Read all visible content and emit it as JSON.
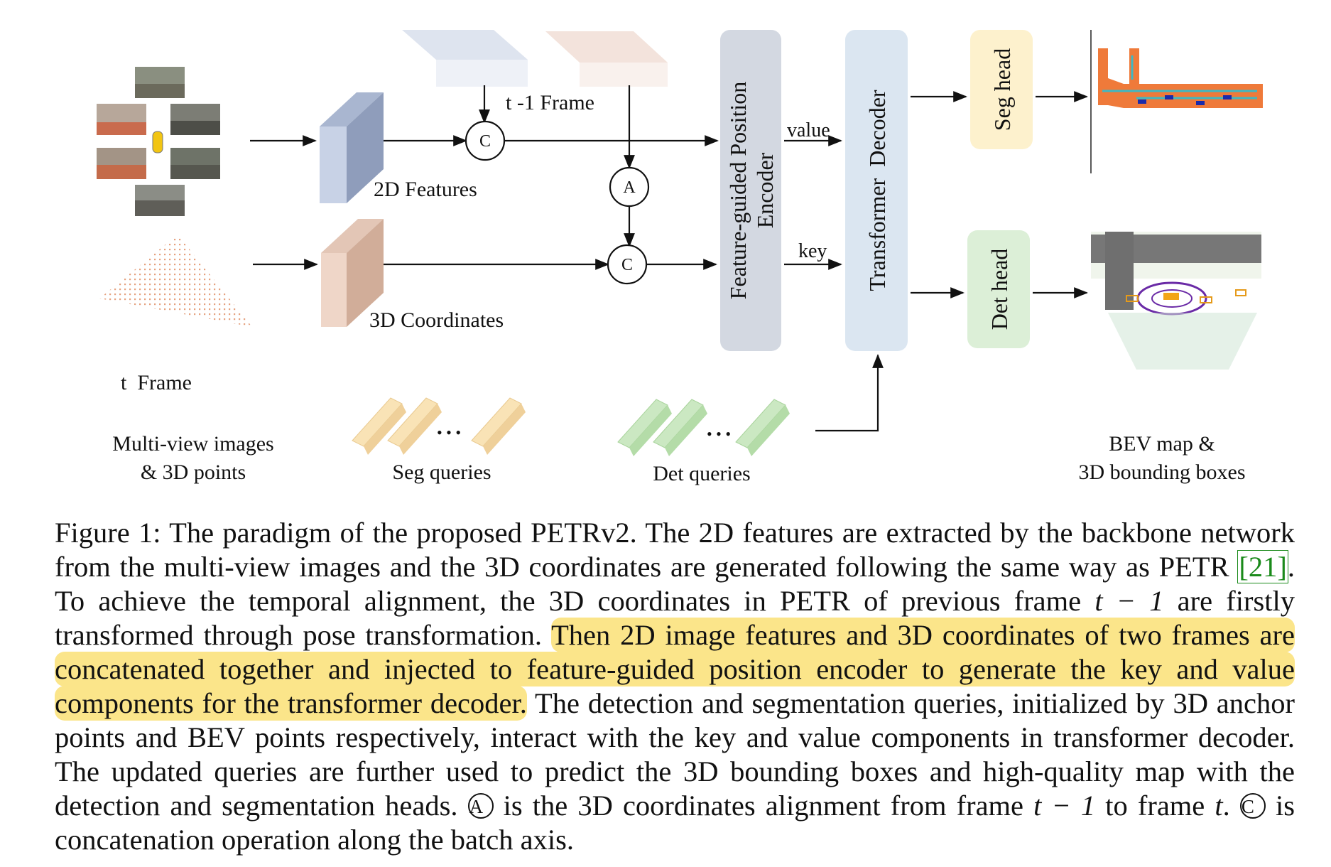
{
  "figure": {
    "labels": {
      "prev_frame": "t -1 Frame",
      "features_2d": "2D Features",
      "coords_3d": "3D Coordinates",
      "t_frame": "t  Frame",
      "multiview_line1": "Multi-view images",
      "multiview_line2": "& 3D points",
      "seg_queries": "Seg queries",
      "det_queries": "Det queries",
      "value": "value",
      "key": "key",
      "encoder_line1": "Feature-guided Position",
      "encoder_line2": "Encoder",
      "decoder": "Transformer  Decoder",
      "seg_head": "Seg head",
      "det_head": "Det head",
      "output_line1": "BEV map &",
      "output_line2": "3D bounding boxes",
      "concat_symbol": "C",
      "align_symbol": "A",
      "ellipsis": "• • •"
    },
    "colors": {
      "encoder_box": "#d3d8e1",
      "decoder_box": "#dbe6f1",
      "seg_head_box": "#fdf1cd",
      "det_head_box": "#dcefd7",
      "features_block": "#c8d2e6",
      "coords_block": "#efd6c8",
      "seg_query": "#f9e3b6",
      "det_query": "#cbe8c2",
      "bev_road": "#ef7a3a",
      "highlight": "#fbe58a"
    }
  },
  "caption": {
    "p1": "Figure 1: The paradigm of the proposed PETRv2. The 2D features are extracted by the backbone network from the multi-view images and the 3D coordinates are generated following the same way as PETR ",
    "ref": "[21]",
    "p2": ".  To achieve the temporal alignment, the 3D coordinates in PETR of previous frame ",
    "math1": "t − 1",
    "p3": " are firstly transformed through pose transformation. ",
    "highlight": "Then 2D image features and 3D coordinates of two frames are concatenated together and injected to feature-guided position encoder to generate the key and value components for the transformer decoder.",
    "p4": " The detection and segmentation queries, initialized by 3D anchor points and BEV points respectively, interact with the key and value components in transformer decoder. The updated queries are further used to predict the 3D bounding boxes and high-quality map with the detection and segmentation heads. ",
    "symA": "A",
    "p5": " is the 3D coordinates alignment from frame ",
    "math2": "t − 1",
    "p6": " to frame ",
    "math3": "t",
    "p7": ". ",
    "symC": "C",
    "p8": " is concatenation operation along the batch axis."
  }
}
